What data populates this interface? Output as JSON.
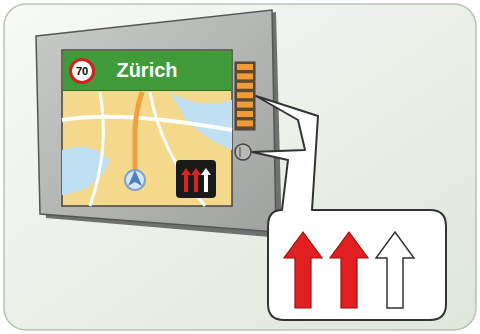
{
  "diagram": {
    "nodes": [
      {
        "text": [
          "Zürich"
        ]
      },
      {
        "text": [
          "70"
        ],
        "in": 0
      }
    ]
  }
}
